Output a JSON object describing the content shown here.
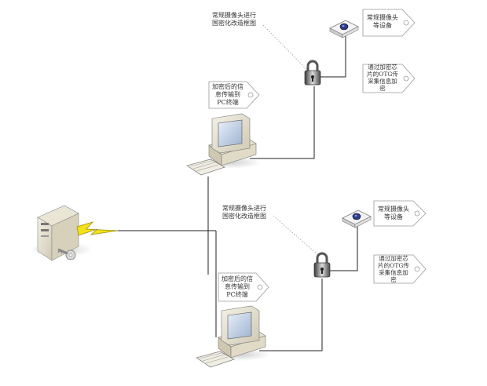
{
  "labels": {
    "conversion_top": [
      "常规摄像头进行",
      "国密化改造框图"
    ],
    "conversion_bottom": [
      "常规摄像头进行",
      "国密化改造框图"
    ],
    "camera_tag_top": [
      "常规摄像头",
      "等设备"
    ],
    "camera_tag_bottom": [
      "常规摄像头",
      "等设备"
    ],
    "otg_tag_top": [
      "通过加密芯",
      "片的OTG传",
      "采集信息加",
      "密"
    ],
    "otg_tag_bottom": [
      "通过加密芯",
      "片的OTG传",
      "采集信息加",
      "密"
    ],
    "pc_tag_top": [
      "加密后的信",
      "息传输到",
      "PC终端"
    ],
    "pc_tag_bottom": [
      "加密后的信",
      "息传输到",
      "PC终端"
    ]
  },
  "icons": {
    "server": "server-icon",
    "key": "key-icon",
    "lightning": "lightning-icon",
    "lock": "lock-icon",
    "camera": "camera-icon",
    "computer": "computer-icon"
  },
  "colors": {
    "line": "#222222",
    "lightning": "#f2e21a",
    "tag_border": "#9a9a9a",
    "camera_blue": "#2c3d8f"
  }
}
